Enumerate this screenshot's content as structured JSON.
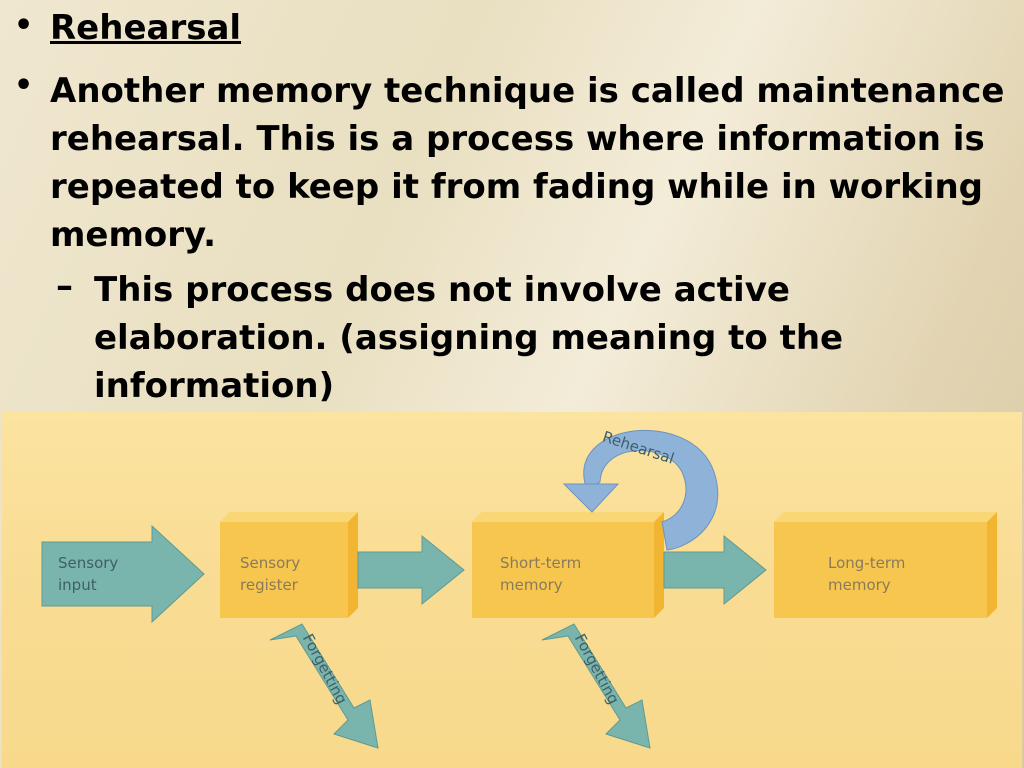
{
  "bullets": {
    "heading": "Rehearsal",
    "main_text": "Another memory technique is called maintenance rehearsal. This is a process where information is repeated to keep it from fading while in working memory.",
    "sub_text": "This process does not involve active elaboration. (assigning meaning to the information)",
    "bullet_glyph": "•",
    "dash_glyph": "–"
  },
  "diagram": {
    "input_label_1": "Sensory",
    "input_label_2": "input",
    "sensory_register_1": "Sensory",
    "sensory_register_2": "register",
    "short_term_1": "Short-term",
    "short_term_2": "memory",
    "long_term_1": "Long-term",
    "long_term_2": "memory",
    "rehearsal_label": "Rehearsal",
    "forgetting_label_1": "Forgetting",
    "forgetting_label_2": "Forgetting",
    "colors": {
      "box_fill": "#f7c64e",
      "box_side": "#f2b531",
      "arrow_fill": "#79b5ad",
      "rehearsal_arrow": "#8fb3d8"
    }
  }
}
